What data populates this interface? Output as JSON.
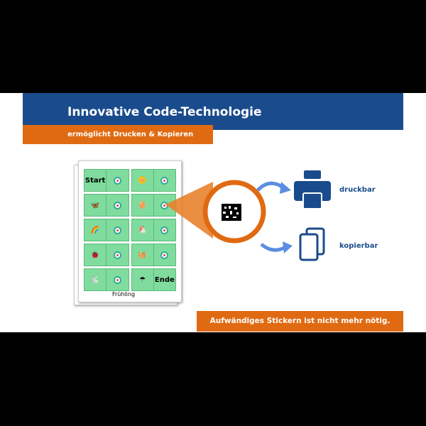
{
  "header": {
    "title": "Innovative Code-Technologie",
    "subtitle": "ermöglicht Drucken & Kopieren"
  },
  "card": {
    "title": "Frühling",
    "cells": [
      {
        "a": "Start",
        "b": "target"
      },
      {
        "a": "flower",
        "b": "target"
      },
      {
        "a": "butterfly",
        "b": "target"
      },
      {
        "a": "egg",
        "b": "target"
      },
      {
        "a": "rainbow",
        "b": "target"
      },
      {
        "a": "nest",
        "b": "target"
      },
      {
        "a": "ladybug",
        "b": "target"
      },
      {
        "a": "basket",
        "b": "target"
      },
      {
        "a": "rabbit",
        "b": "target"
      },
      {
        "a": "umbrella",
        "b": "Ende"
      }
    ]
  },
  "icons": {
    "print_label": "druckbar",
    "copy_label": "kopierbar"
  },
  "footer": "Aufwändiges Stickern ist nicht mehr nötig.",
  "colors": {
    "blue": "#1a4b8c",
    "orange": "#e06a12",
    "green": "#7fdc9e"
  }
}
